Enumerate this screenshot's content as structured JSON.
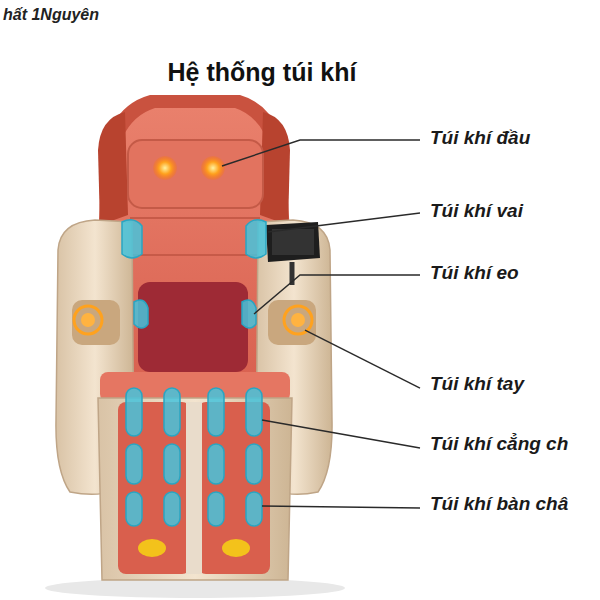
{
  "diagram": {
    "title": "Hệ thống túi khí",
    "labels": [
      "hất 1Nguyên",
      "Túi khí đầu",
      "Túi khí vai",
      "Túi khí eo",
      "Túi khí tay",
      "Túi khí cẳng ch",
      "Túi khí bàn châ"
    ]
  }
}
